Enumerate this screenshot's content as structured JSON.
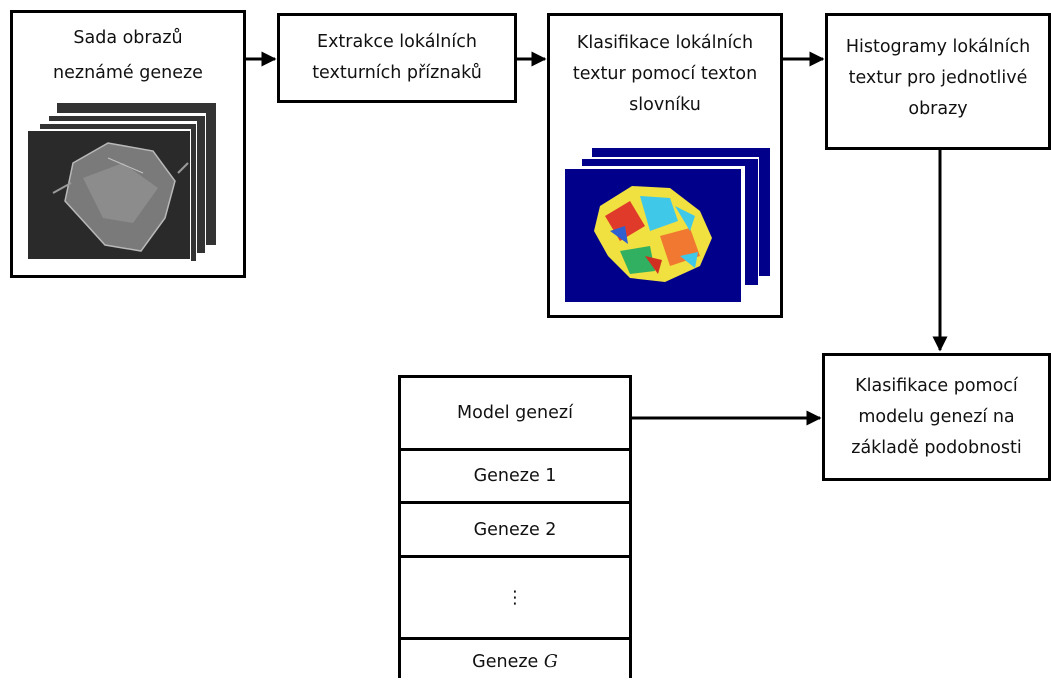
{
  "nodes": {
    "input": {
      "line1": "Sada obrazů",
      "line2": "neznámé geneze"
    },
    "extraction": {
      "text": "Extrakce lokálních\ntexturních příznaků"
    },
    "texton_classification": {
      "text": "Klasifikace lokálních\ntextur pomocí texton\nslovníku"
    },
    "histograms": {
      "text": "Histogramy lokálních\ntextur pro jednotlivé\nobrazy"
    },
    "similarity_classification": {
      "text": "Klasifikace pomocí\nmodelu genezí na\nzákladě podobnosti"
    }
  },
  "genesis_model": {
    "header": "Model genezí",
    "rows": [
      "Geneze 1",
      "Geneze 2",
      "⋮"
    ],
    "last_prefix": "Geneze ",
    "last_var": "G"
  },
  "colors": {
    "stroke": "#000000",
    "sem_bg": "#2b2b2b",
    "texton_bg": "#00008b"
  }
}
